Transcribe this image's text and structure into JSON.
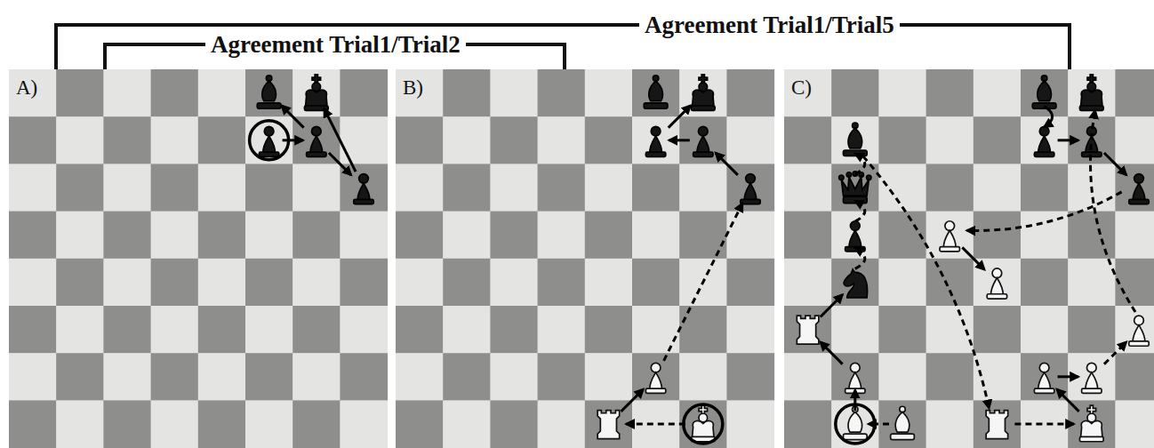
{
  "diagram": {
    "labels": [
      "Agreement Trial1/Trial5",
      "Agreement Trial1/Trial2",
      "A)",
      "B)",
      "C)"
    ]
  }
}
